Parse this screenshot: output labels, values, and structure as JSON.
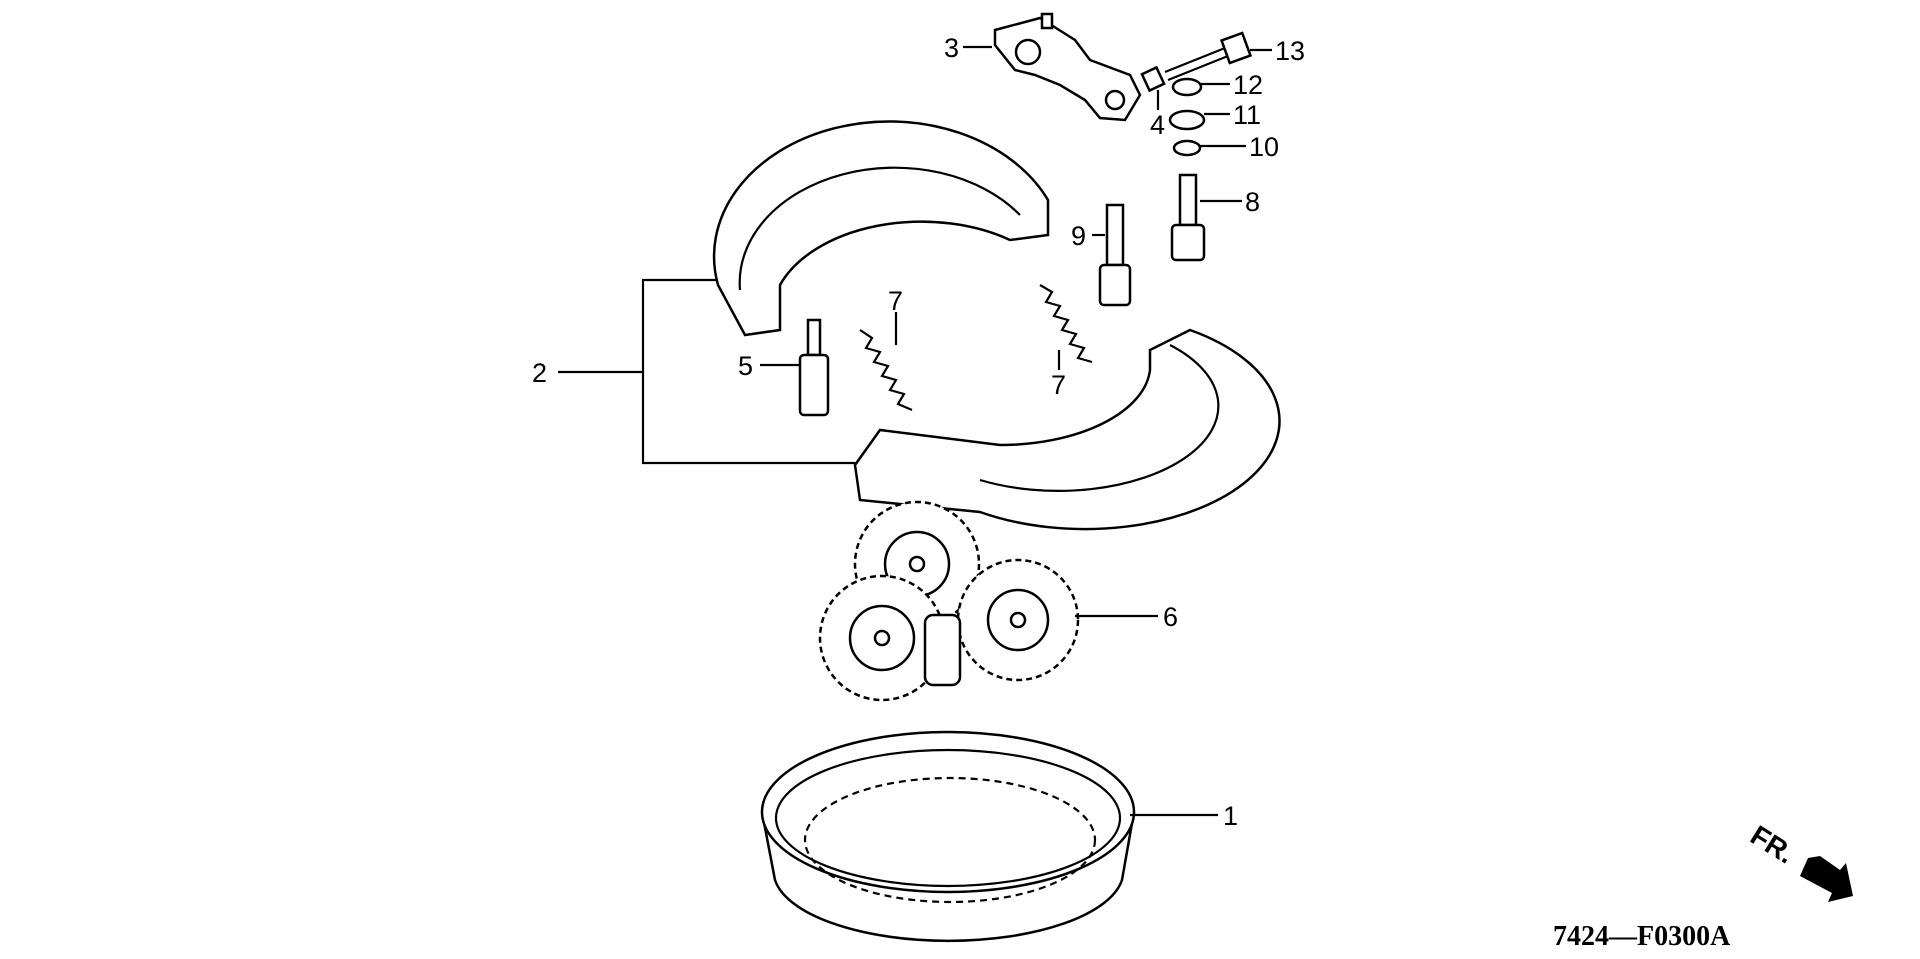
{
  "diagram": {
    "callouts": {
      "p1": "1",
      "p2": "2",
      "p3": "3",
      "p4": "4",
      "p5": "5",
      "p6": "6",
      "p7a": "7",
      "p7b": "7",
      "p8": "8",
      "p9": "9",
      "p10": "10",
      "p11": "11",
      "p12": "12",
      "p13": "13"
    },
    "direction_label": "FR.",
    "figure_code": "7424—F0300A"
  }
}
